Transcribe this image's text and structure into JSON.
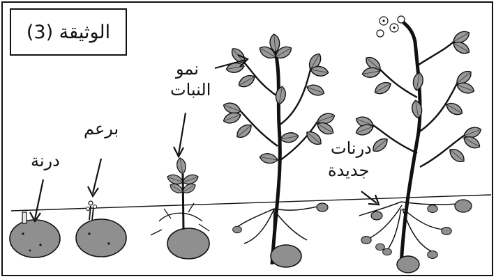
{
  "document_label": "الوثيقة (3)",
  "labels": {
    "tuber": "درنة",
    "bud": "برعم",
    "plant_growth_line1": "نمو",
    "plant_growth_line2": "النبات",
    "new_tubers_line1": "درنات",
    "new_tubers_line2": "جديدة"
  },
  "colors": {
    "tuber": "#8f8f8f",
    "leaf": "#9a9a9a",
    "outline": "#111111"
  }
}
